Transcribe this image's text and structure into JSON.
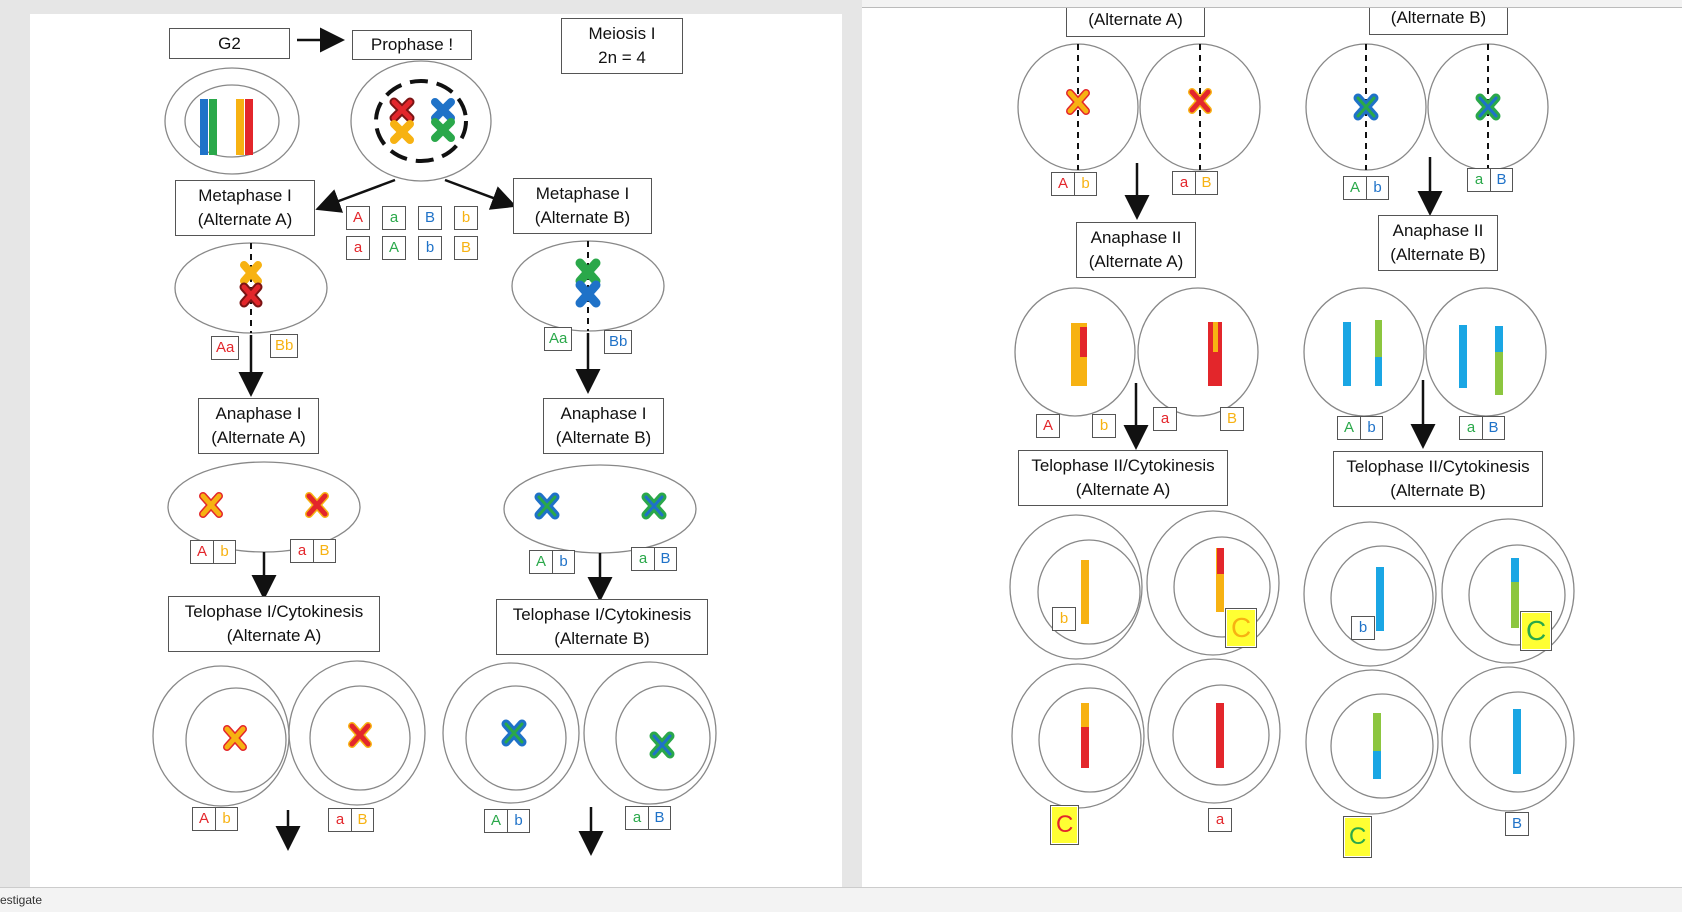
{
  "header": {
    "g2": "G2",
    "prophase": "Prophase !",
    "meiosis": "Meiosis I",
    "ploidy": "2n = 4"
  },
  "labels": {
    "meta_a": [
      "Metaphase I",
      "(Alternate A)"
    ],
    "meta_b": [
      "Metaphase I",
      "(Alternate B)"
    ],
    "ana1_a": [
      "Anaphase I",
      "(Alternate A)"
    ],
    "ana1_b": [
      "Anaphase I",
      "(Alternate B)"
    ],
    "telo1_a": [
      "Telophase I/Cytokinesis",
      "(Alternate A)"
    ],
    "telo1_b": [
      "Telophase I/Cytokinesis",
      "(Alternate B)"
    ],
    "alt_a_top": "(Alternate A)",
    "alt_b_top": "(Alternate B)",
    "ana2_a": [
      "Anaphase II",
      "(Alternate A)"
    ],
    "ana2_b": [
      "Anaphase II",
      "(Alternate B)"
    ],
    "telo2_a": [
      "Telophase II/Cytokinesis",
      "(Alternate A)"
    ],
    "telo2_b": [
      "Telophase II/Cytokinesis",
      "(Alternate B)"
    ]
  },
  "allele_grid": [
    [
      "A",
      "a",
      "B",
      "b"
    ],
    [
      "a",
      "A",
      "b",
      "B"
    ]
  ],
  "meta_tags": {
    "a_left": "Aa",
    "a_right": "Bb",
    "b_left": "Aa",
    "b_right": "Bb"
  },
  "pairs": {
    "A": "A",
    "a": "a",
    "B": "B",
    "b": "b"
  },
  "big_c": "C",
  "status_text": "estigate",
  "colors": {
    "red": "#e3262b",
    "orange": "#f7b212",
    "blue": "#1aa6e4",
    "green": "#2aa84a",
    "lime": "#8cc63f",
    "highlight": "#ffff33"
  }
}
